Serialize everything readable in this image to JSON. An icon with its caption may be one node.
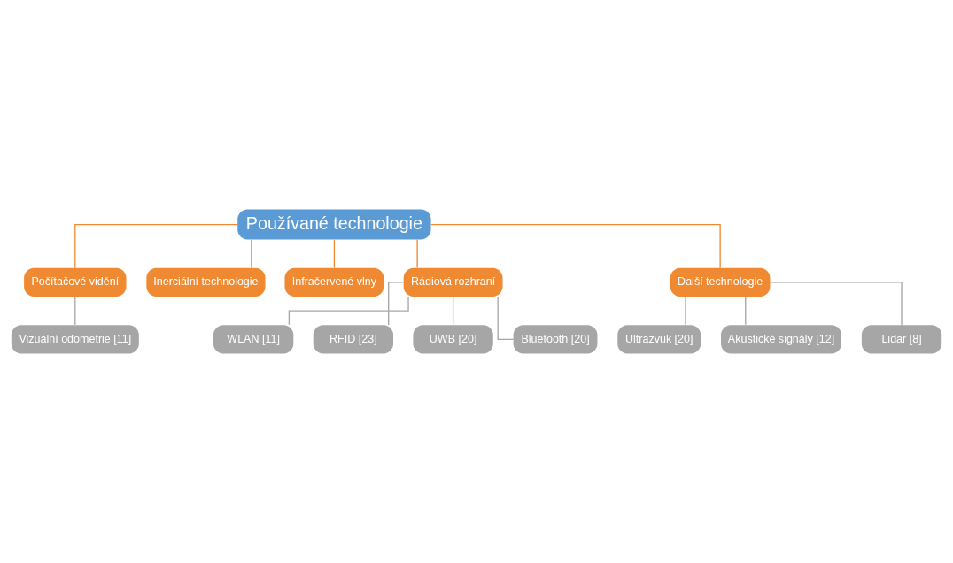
{
  "diagram": {
    "nodes": [
      {
        "text": [
          "Používané technologie"
        ]
      },
      {
        "text": [
          "Počítačové vidění"
        ]
      },
      {
        "text": [
          "Inerciální technologie"
        ]
      },
      {
        "text": [
          "Infračervené vlny"
        ]
      },
      {
        "text": [
          "Rádiová rozhraní"
        ]
      },
      {
        "text": [
          "Další technologie"
        ]
      },
      {
        "text": [
          "Vizuální odometrie [11]"
        ]
      },
      {
        "text": [
          "WLAN [11]"
        ]
      },
      {
        "text": [
          "RFID [23]"
        ]
      },
      {
        "text": [
          "UWB [20]"
        ]
      },
      {
        "text": [
          "Bluetooth [20]"
        ]
      },
      {
        "text": [
          "Ultrazvuk [20]"
        ]
      },
      {
        "text": [
          "Akustické signály [12]"
        ]
      },
      {
        "text": [
          "Lidar [8]"
        ]
      }
    ],
    "edges": [
      {
        "from": 0,
        "to": 1,
        "arrow": "none",
        "color": "#f08a32"
      },
      {
        "from": 0,
        "to": 2,
        "arrow": "none",
        "color": "#f08a32"
      },
      {
        "from": 0,
        "to": 3,
        "arrow": "none",
        "color": "#f08a32"
      },
      {
        "from": 0,
        "to": 4,
        "arrow": "none",
        "color": "#f08a32"
      },
      {
        "from": 0,
        "to": 5,
        "arrow": "none",
        "color": "#f08a32"
      },
      {
        "from": 1,
        "to": 6,
        "arrow": "none"
      },
      {
        "from": 4,
        "to": 7,
        "arrow": "none"
      },
      {
        "from": 4,
        "to": 8,
        "arrow": "none"
      },
      {
        "from": 4,
        "to": 9,
        "arrow": "none"
      },
      {
        "from": 4,
        "to": 10,
        "arrow": "none"
      },
      {
        "from": 5,
        "to": 11,
        "arrow": "none"
      },
      {
        "from": 5,
        "to": 12,
        "arrow": "none"
      },
      {
        "from": 5,
        "to": 13,
        "arrow": "none"
      }
    ]
  }
}
